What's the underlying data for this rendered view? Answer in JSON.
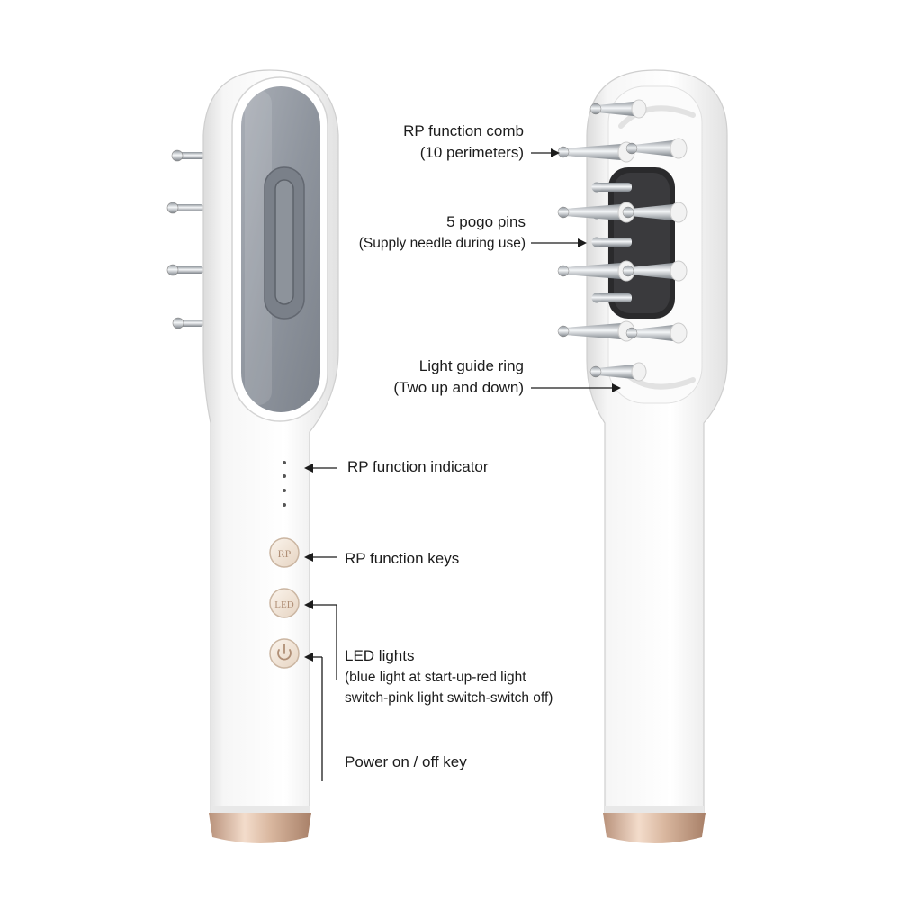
{
  "product": {
    "button_labels": {
      "rp": "RP",
      "led": "LED",
      "power_icon": "power-icon"
    }
  },
  "callouts": {
    "rp_comb": {
      "line1": "RP function comb",
      "line2": "(10 perimeters)"
    },
    "pogo_pins": {
      "line1": "5 pogo pins",
      "line2": "(Supply needle during use)"
    },
    "light_ring": {
      "line1": "Light guide ring",
      "line2": "(Two up and down)"
    },
    "rp_indicator": {
      "line1": "RP function indicator"
    },
    "rp_keys": {
      "line1": "RP function keys"
    },
    "led_lights": {
      "line1": "LED lights",
      "line2": "(blue light at start-up-red light",
      "line3": "switch-pink light switch-switch off)"
    },
    "power_key": {
      "line1": "Power on / off key"
    }
  },
  "colors": {
    "body_white": "#f7f7f7",
    "screen_gray": "#8a909a",
    "rose_gold": "#d6b49a",
    "pin_metal": "#b9bec4",
    "label_text": "#1c1c1c"
  }
}
